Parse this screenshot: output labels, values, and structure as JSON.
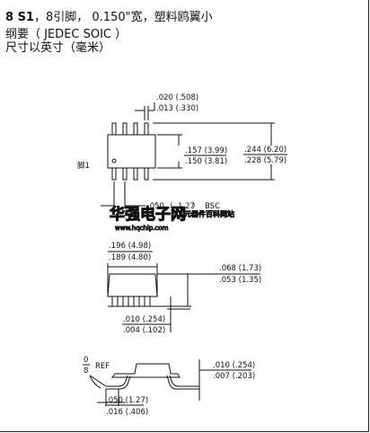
{
  "header": {
    "line1_code": "8 S1",
    "line1_rest": "，8引脚， 0.150\"宽，塑料鸥翼小",
    "line2": "纲要（ JEDEC SOIC ）",
    "line3": "尺寸以英寸（毫米）"
  },
  "top_view": {
    "lead_width": [
      ".020 (.508)",
      ".013 (.330)"
    ],
    "body_width": [
      ".157 (3.99)",
      ".150 (3.81)"
    ],
    "overall_width": [
      ".244 (6.20)",
      ".228 (5.79)"
    ],
    "pin1_label": "脚1",
    "pitch": [
      ".050",
      "（",
      "1.27",
      "）",
      "BSC"
    ]
  },
  "side_view": {
    "body_length": [
      ".196 (4.98)",
      ".189 (4.80)"
    ],
    "height": [
      ".068 (1.73)",
      ".053 (1.35)"
    ],
    "standoff": [
      ".010 (.254)",
      ".004 (.102)"
    ]
  },
  "end_view": {
    "angle": [
      "0",
      "8",
      "REF"
    ],
    "lead_thickness": [
      ".010 (.254)",
      ".007 (.203)"
    ],
    "foot_length": [
      ".050 (1.27)",
      ".016 (.406)"
    ]
  },
  "watermark": {
    "brand": "华强电子网",
    "slogan": "元器件百科网站",
    "url": "www.hqchip.com"
  }
}
